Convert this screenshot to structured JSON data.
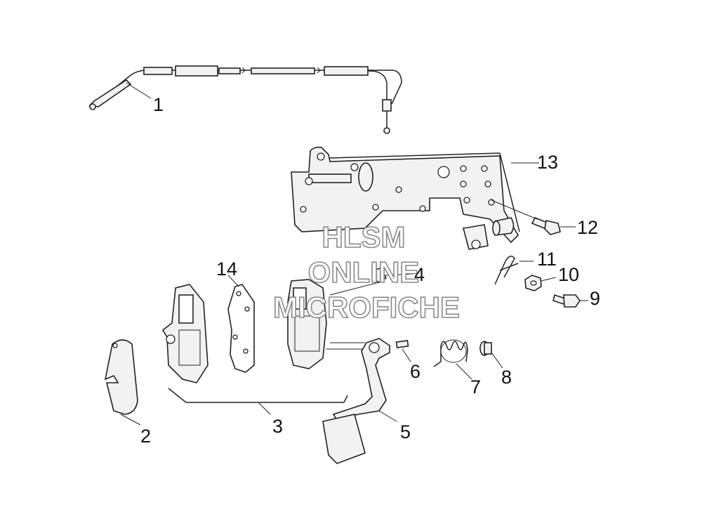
{
  "callouts": [
    {
      "id": "1",
      "label": "1"
    },
    {
      "id": "2",
      "label": "2"
    },
    {
      "id": "3",
      "label": "3"
    },
    {
      "id": "4",
      "label": "4"
    },
    {
      "id": "5",
      "label": "5"
    },
    {
      "id": "6",
      "label": "6"
    },
    {
      "id": "7",
      "label": "7"
    },
    {
      "id": "8",
      "label": "8"
    },
    {
      "id": "9",
      "label": "9"
    },
    {
      "id": "10",
      "label": "10"
    },
    {
      "id": "11",
      "label": "11"
    },
    {
      "id": "12",
      "label": "12"
    },
    {
      "id": "13",
      "label": "13"
    },
    {
      "id": "14",
      "label": "14"
    }
  ],
  "watermark": {
    "line1": "HLSM",
    "line2": "ONLINE",
    "line3": "MICROFICHE"
  }
}
